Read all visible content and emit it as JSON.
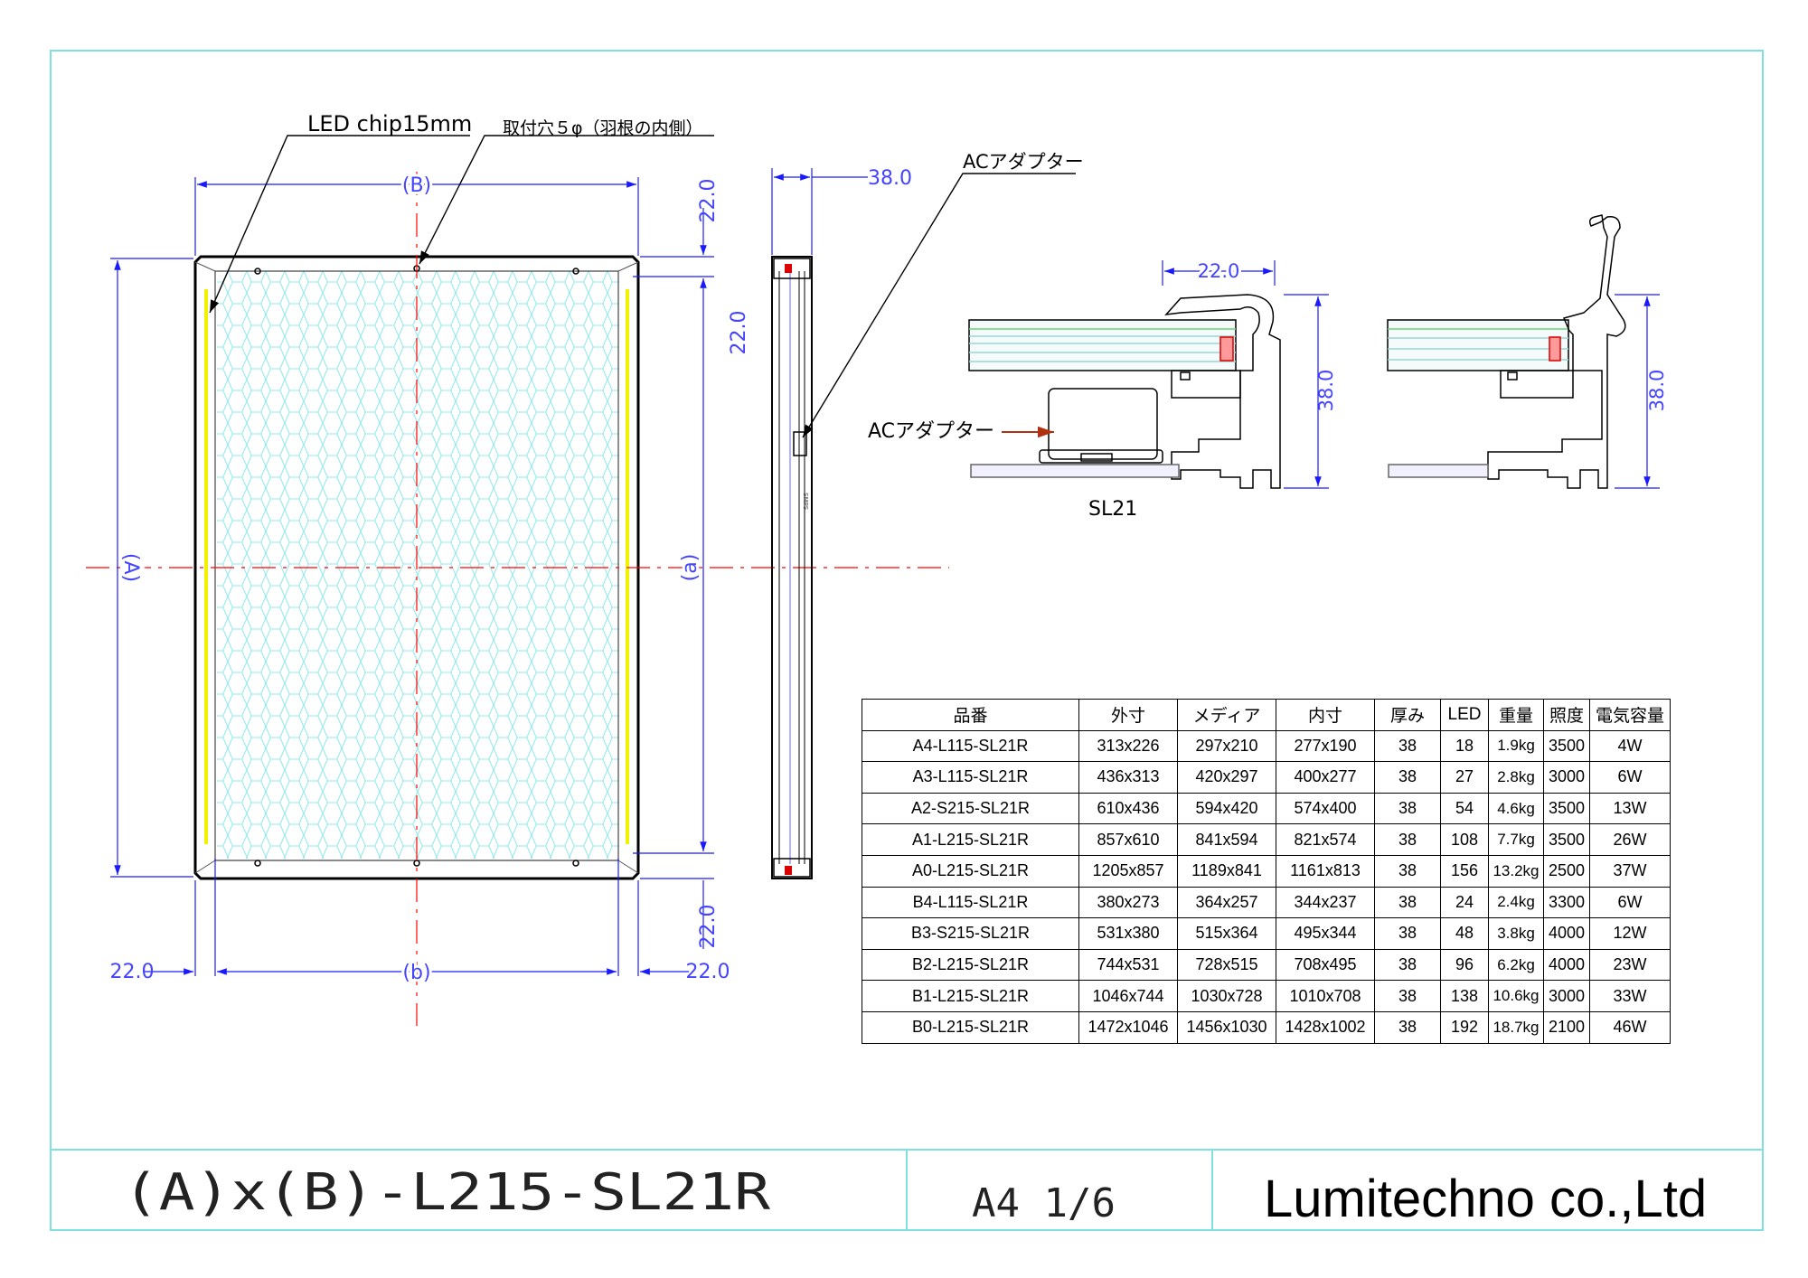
{
  "drawing": {
    "labels": {
      "led_chip": "LED chip15mm",
      "mount_hole": "取付穴５φ（羽根の内側）",
      "ac_adapter_top": "ACアダプター",
      "ac_adapter_section": "ACアダプター",
      "profile_name": "SL21",
      "smps_mark": "SMPS"
    },
    "dimensions": {
      "width_outer": "(B)",
      "height_outer": "(A)",
      "width_inner": "(b)",
      "height_inner": "(a)",
      "margin_top": "22.0",
      "margin_top_inner": "22.0",
      "margin_bottom": "22.0",
      "margin_left": "22.0",
      "margin_right": "22.0",
      "thickness": "38.0",
      "section_width": "22.0",
      "section1_height": "38.0",
      "section2_height": "38.0"
    },
    "colors": {
      "frame_line": "#000000",
      "dimension_line": "#1a1aff",
      "center_line": "#ff0000",
      "led_strip": "#f2f200",
      "honeycomb": "#8fe8ec",
      "border": "#7fe0e0",
      "adapter_arrow": "#b03010"
    }
  },
  "table": {
    "columns": [
      "品番",
      "外寸",
      "メディア",
      "内寸",
      "厚み",
      "LED",
      "重量",
      "照度",
      "電気容量"
    ],
    "rows": [
      [
        "A4-L115-SL21R",
        "313x226",
        "297x210",
        "277x190",
        "38",
        "18",
        "1.9kg",
        "3500",
        "4W"
      ],
      [
        "A3-L115-SL21R",
        "436x313",
        "420x297",
        "400x277",
        "38",
        "27",
        "2.8kg",
        "3000",
        "6W"
      ],
      [
        "A2-S215-SL21R",
        "610x436",
        "594x420",
        "574x400",
        "38",
        "54",
        "4.6kg",
        "3500",
        "13W"
      ],
      [
        "A1-L215-SL21R",
        "857x610",
        "841x594",
        "821x574",
        "38",
        "108",
        "7.7kg",
        "3500",
        "26W"
      ],
      [
        "A0-L215-SL21R",
        "1205x857",
        "1189x841",
        "1161x813",
        "38",
        "156",
        "13.2kg",
        "2500",
        "37W"
      ],
      [
        "B4-L115-SL21R",
        "380x273",
        "364x257",
        "344x237",
        "38",
        "24",
        "2.4kg",
        "3300",
        "6W"
      ],
      [
        "B3-S215-SL21R",
        "531x380",
        "515x364",
        "495x344",
        "38",
        "48",
        "3.8kg",
        "4000",
        "12W"
      ],
      [
        "B2-L215-SL21R",
        "744x531",
        "728x515",
        "708x495",
        "38",
        "96",
        "6.2kg",
        "4000",
        "23W"
      ],
      [
        "B1-L215-SL21R",
        "1046x744",
        "1030x728",
        "1010x708",
        "38",
        "138",
        "10.6kg",
        "3000",
        "33W"
      ],
      [
        "B0-L215-SL21R",
        "1472x1046",
        "1456x1030",
        "1428x1002",
        "38",
        "192",
        "18.7kg",
        "2100",
        "46W"
      ]
    ]
  },
  "title_block": {
    "part_number": "(A)x(B)-L215-SL21R",
    "sheet": "A4 1/6",
    "company": "Lumitechno co.,Ltd"
  }
}
